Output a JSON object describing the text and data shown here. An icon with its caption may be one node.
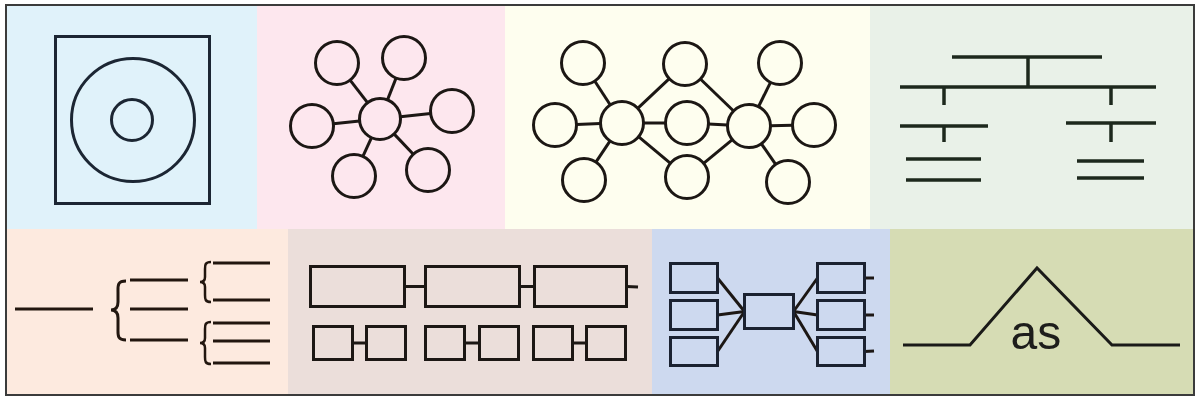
{
  "diagram": {
    "nodes": [
      {
        "text": [],
        "shape": "box"
      },
      {
        "text": [],
        "shape": "circle",
        "in": 0
      },
      {
        "text": [],
        "shape": "circle",
        "in": 1
      },
      {
        "text": [],
        "shape": "circle"
      },
      {
        "text": [],
        "shape": "circle"
      },
      {
        "text": [],
        "shape": "circle"
      },
      {
        "text": [],
        "shape": "circle"
      },
      {
        "text": [],
        "shape": "circle"
      },
      {
        "text": [],
        "shape": "circle"
      },
      {
        "text": [],
        "shape": "circle"
      },
      {
        "text": [],
        "shape": "circle"
      },
      {
        "text": [],
        "shape": "circle"
      },
      {
        "text": [],
        "shape": "circle"
      },
      {
        "text": [],
        "shape": "circle"
      },
      {
        "text": [],
        "shape": "circle"
      },
      {
        "text": [],
        "shape": "circle"
      },
      {
        "text": [],
        "shape": "circle"
      },
      {
        "text": [],
        "shape": "circle"
      },
      {
        "text": [],
        "shape": "circle"
      },
      {
        "text": [],
        "shape": "circle"
      },
      {
        "text": [],
        "shape": "circle"
      },
      {
        "text": [],
        "shape": "box"
      },
      {
        "text": [],
        "shape": "box"
      },
      {
        "text": [],
        "shape": "box"
      },
      {
        "text": [],
        "shape": "box"
      },
      {
        "text": [],
        "shape": "box"
      },
      {
        "text": [],
        "shape": "box"
      },
      {
        "text": [],
        "shape": "box"
      },
      {
        "text": [],
        "shape": "box"
      },
      {
        "text": [],
        "shape": "box"
      },
      {
        "text": [],
        "shape": "box"
      },
      {
        "text": [],
        "shape": "box"
      },
      {
        "text": [],
        "shape": "box"
      },
      {
        "text": [],
        "shape": "box"
      },
      {
        "text": [],
        "shape": "box"
      },
      {
        "text": [],
        "shape": "box"
      },
      {
        "text": [],
        "shape": "box"
      }
    ],
    "edges": [
      {
        "from": 3,
        "to": 4,
        "arrow": "none"
      },
      {
        "from": 3,
        "to": 5,
        "arrow": "none"
      },
      {
        "from": 3,
        "to": 6,
        "arrow": "none"
      },
      {
        "from": 3,
        "to": 7,
        "arrow": "none"
      },
      {
        "from": 3,
        "to": 8,
        "arrow": "none"
      },
      {
        "from": 3,
        "to": 9,
        "arrow": "none"
      },
      {
        "from": 13,
        "to": 10,
        "arrow": "none"
      },
      {
        "from": 13,
        "to": 11,
        "arrow": "none"
      },
      {
        "from": 13,
        "to": 12,
        "arrow": "none"
      },
      {
        "from": 13,
        "to": 14,
        "arrow": "none"
      },
      {
        "from": 13,
        "to": 15,
        "arrow": "none"
      },
      {
        "from": 13,
        "to": 16,
        "arrow": "none"
      },
      {
        "from": 17,
        "to": 14,
        "arrow": "none"
      },
      {
        "from": 17,
        "to": 15,
        "arrow": "none"
      },
      {
        "from": 17,
        "to": 16,
        "arrow": "none"
      },
      {
        "from": 17,
        "to": 18,
        "arrow": "none"
      },
      {
        "from": 17,
        "to": 19,
        "arrow": "none"
      },
      {
        "from": 17,
        "to": 20,
        "arrow": "none"
      },
      {
        "from": 21,
        "to": 22,
        "arrow": "none"
      },
      {
        "from": 22,
        "to": 23,
        "arrow": "none"
      },
      {
        "from": 23,
        "to": null,
        "arrow": "none"
      },
      {
        "from": 24,
        "to": 25,
        "arrow": "none"
      },
      {
        "from": 26,
        "to": 27,
        "arrow": "none"
      },
      {
        "from": 28,
        "to": 29,
        "arrow": "none"
      },
      {
        "from": 30,
        "to": 33,
        "arrow": "none"
      },
      {
        "from": 31,
        "to": 33,
        "arrow": "none"
      },
      {
        "from": 32,
        "to": 33,
        "arrow": "none"
      },
      {
        "from": 33,
        "to": 34,
        "arrow": "none"
      },
      {
        "from": 33,
        "to": 35,
        "arrow": "none"
      },
      {
        "from": 33,
        "to": 36,
        "arrow": "none"
      },
      {
        "from": 34,
        "to": null,
        "arrow": "none"
      },
      {
        "from": 35,
        "to": null,
        "arrow": "none"
      },
      {
        "from": 36,
        "to": null,
        "arrow": "none"
      }
    ],
    "labels": [
      "as"
    ]
  }
}
